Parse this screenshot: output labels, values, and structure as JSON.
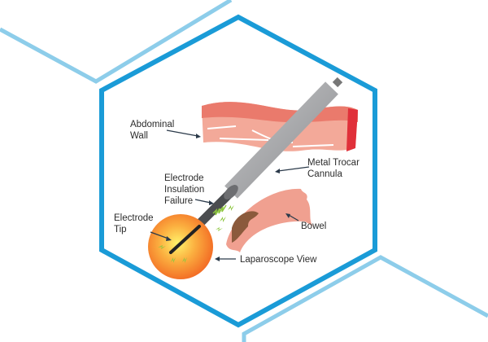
{
  "labels": {
    "abdominal_wall": [
      "Abdominal",
      "Wall"
    ],
    "metal_trocar": [
      "Metal Trocar",
      "Cannula"
    ],
    "insulation_failure": [
      "Electrode",
      "Insulation",
      "Failure"
    ],
    "electrode_tip": [
      "Electrode",
      "Tip"
    ],
    "bowel": "Bowel",
    "laparoscope_view": "Laparoscope View"
  },
  "colors": {
    "hexagon": "#1a9bd7",
    "outer_lines": "#8dcdea",
    "tissue": "#f0a090",
    "tissue_dark": "#e0706a",
    "cannula": "#a8a9ab",
    "view_glow": "#f7941d",
    "spark": "#8dc63f"
  }
}
